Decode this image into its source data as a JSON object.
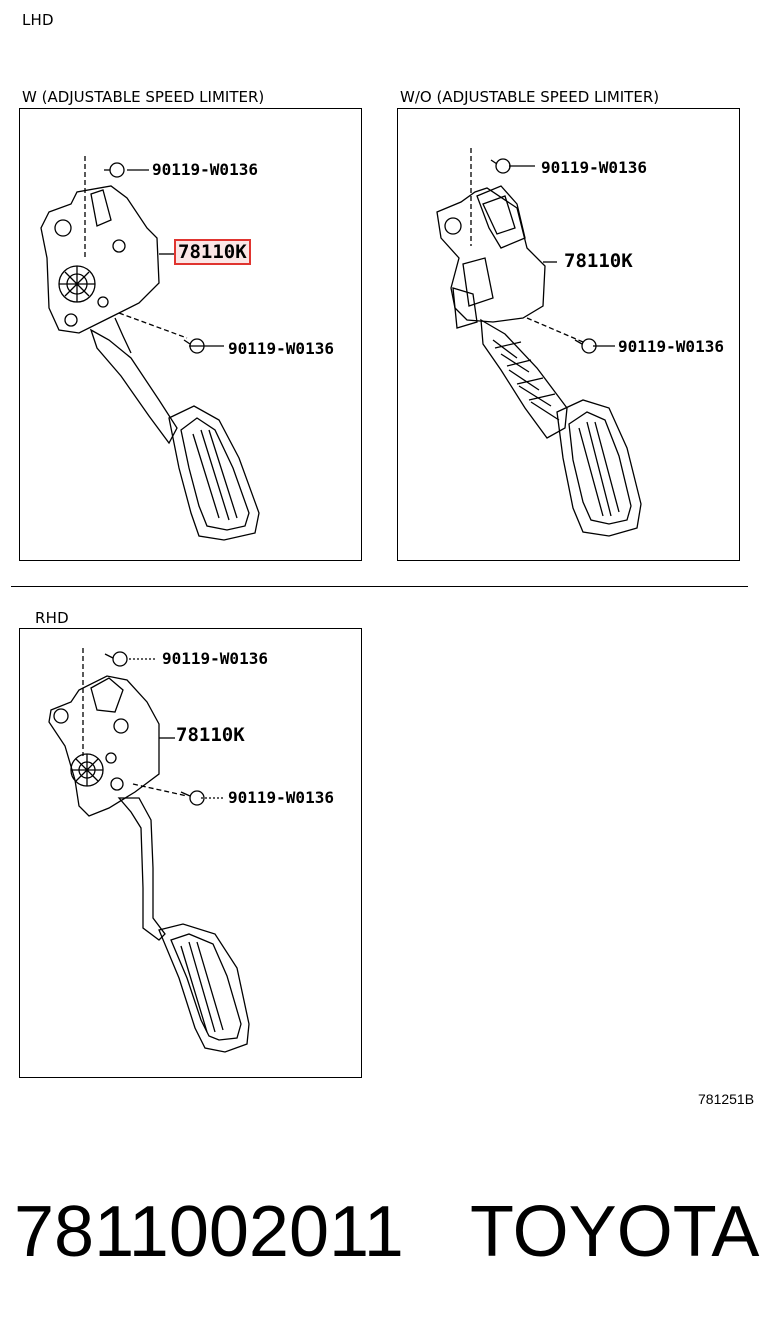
{
  "lhd_label": "LHD",
  "rhd_label": "RHD",
  "panels": {
    "lhd_with": {
      "title": "W (ADJUSTABLE SPEED LIMITER)",
      "bolt_top": "90119-W0136",
      "part": "78110K",
      "bolt_bottom": "90119-W0136",
      "highlighted": true
    },
    "lhd_without": {
      "title": "W/O (ADJUSTABLE SPEED LIMITER)",
      "bolt_top": "90119-W0136",
      "part": "78110K",
      "bolt_bottom": "90119-W0136"
    },
    "rhd": {
      "bolt_top": "90119-W0136",
      "part": "78110K",
      "bolt_bottom": "90119-W0136"
    }
  },
  "illustration_code": "781251B",
  "part_number": "7811002011",
  "brand": "TOYOTA",
  "colors": {
    "highlight": "#e0342f",
    "line": "#000000",
    "background": "#ffffff"
  }
}
